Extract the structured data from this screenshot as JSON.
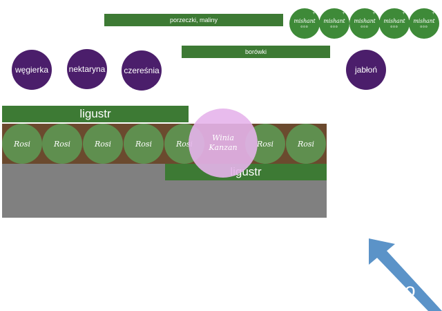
{
  "strips": {
    "porzeczki": "porzeczki, maliny",
    "borowki": "borówki",
    "ligustr_top": "ligustr",
    "ligustr_bottom": "ligustr"
  },
  "trees": {
    "wegierka": "węgierka",
    "nektaryna": "nektaryna",
    "czeresnia": "czereśnia",
    "jablon": "jabłoń"
  },
  "bushes": [
    {
      "name": "mishant",
      "sub": "ooo"
    },
    {
      "name": "mishant",
      "sub": "ooo"
    },
    {
      "name": "mishant",
      "sub": "ooo"
    },
    {
      "name": "mishant",
      "sub": "ooo"
    },
    {
      "name": "mishant",
      "sub": "ooo"
    }
  ],
  "roses": [
    "Rosi",
    "Rosi",
    "Rosi",
    "Rosi",
    "Rosi",
    "Rosi",
    "Rosi"
  ],
  "vine": "Winia\nKanzan",
  "arrow_label": "ko",
  "colors": {
    "hedge": "#3d7a34",
    "tree": "#4b1e6b",
    "soil": "#6b4a2e",
    "lawn": "#808080",
    "arrow": "#5b93c8",
    "vine": "#e6b4eb"
  }
}
